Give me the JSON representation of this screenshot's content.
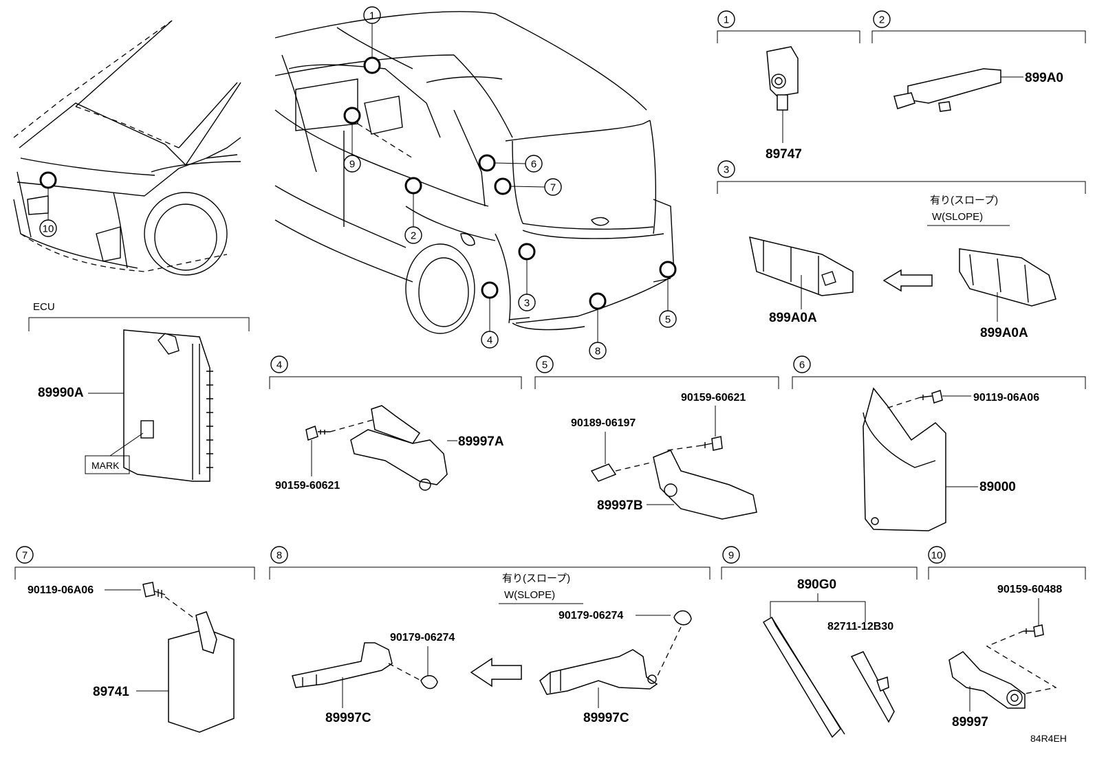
{
  "overview": {
    "callouts": [
      "1",
      "2",
      "3",
      "4",
      "5",
      "6",
      "7",
      "8",
      "9",
      "10"
    ],
    "ecu_group_label": "ECU",
    "ecu_part": "89990A",
    "mark_label": "MARK"
  },
  "sections": [
    {
      "num": "1",
      "parts": [
        "89747"
      ]
    },
    {
      "num": "2",
      "parts": [
        "899A0"
      ]
    },
    {
      "num": "3",
      "option_jp": "有り(スロープ)",
      "option_en": "W(SLOPE)",
      "parts": [
        "899A0A",
        "899A0A"
      ]
    },
    {
      "num": "4",
      "parts": [
        "89997A",
        "90159-60621"
      ]
    },
    {
      "num": "5",
      "parts": [
        "90159-60621",
        "90189-06197",
        "89997B"
      ]
    },
    {
      "num": "6",
      "parts": [
        "90119-06A06",
        "89000"
      ]
    },
    {
      "num": "7",
      "parts": [
        "90119-06A06",
        "89741"
      ]
    },
    {
      "num": "8",
      "option_jp": "有り(スロープ)",
      "option_en": "W(SLOPE)",
      "parts": [
        "90179-06274",
        "90179-06274",
        "89997C",
        "89997C"
      ]
    },
    {
      "num": "9",
      "parts": [
        "890G0",
        "82711-12B30"
      ]
    },
    {
      "num": "10",
      "parts": [
        "90159-60488",
        "89997"
      ]
    }
  ],
  "figure_code": "84R4EH"
}
